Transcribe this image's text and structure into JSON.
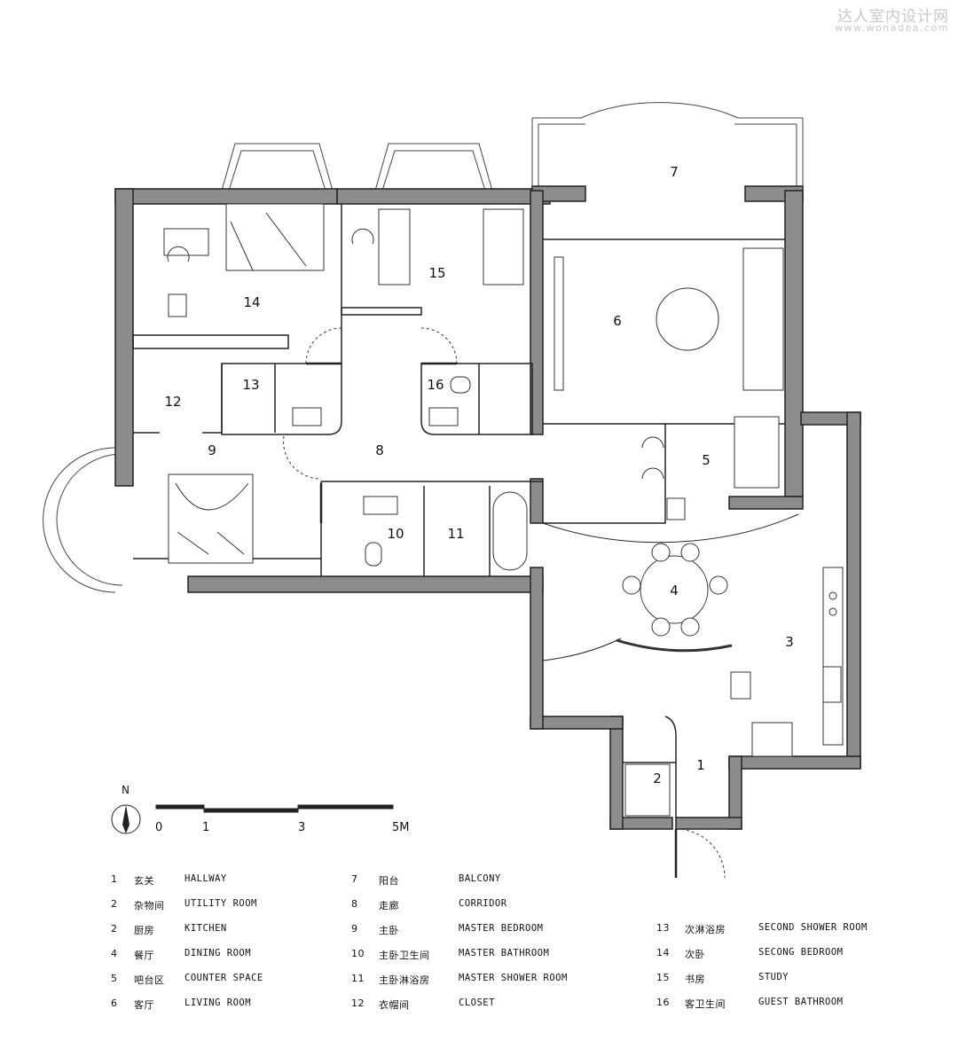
{
  "watermark": {
    "site_cn": "达人室内设计网",
    "url": "www.wonadea.com"
  },
  "colors": {
    "wall": "#8c8c8c",
    "line": "#222222",
    "thin": "#555555"
  },
  "compass": {
    "label": "N"
  },
  "scale_bar": {
    "labels": [
      "0",
      "1",
      "3",
      "5M"
    ]
  },
  "rooms": [
    {
      "num": "1",
      "cn": "玄关",
      "en": "HALLWAY"
    },
    {
      "num": "2",
      "cn": "杂物间",
      "en": "UTILITY ROOM"
    },
    {
      "num": "2",
      "cn": "厨房",
      "en": "KITCHEN"
    },
    {
      "num": "4",
      "cn": "餐厅",
      "en": "DINING ROOM"
    },
    {
      "num": "5",
      "cn": "吧台区",
      "en": "COUNTER SPACE"
    },
    {
      "num": "6",
      "cn": "客厅",
      "en": "LIVING ROOM"
    },
    {
      "num": "7",
      "cn": "阳台",
      "en": "BALCONY"
    },
    {
      "num": "8",
      "cn": "走廊",
      "en": "CORRIDOR"
    },
    {
      "num": "9",
      "cn": "主卧",
      "en": "MASTER BEDROOM"
    },
    {
      "num": "10",
      "cn": "主卧卫生间",
      "en": "MASTER BATHROOM"
    },
    {
      "num": "11",
      "cn": "主卧淋浴房",
      "en": "MASTER SHOWER ROOM"
    },
    {
      "num": "12",
      "cn": "衣帽间",
      "en": "CLOSET"
    },
    {
      "num": "13",
      "cn": "次淋浴房",
      "en": "SECOND SHOWER ROOM"
    },
    {
      "num": "14",
      "cn": "次卧",
      "en": "SECONG BEDROOM"
    },
    {
      "num": "15",
      "cn": "书房",
      "en": "STUDY"
    },
    {
      "num": "16",
      "cn": "客卫生间",
      "en": "GUEST BATHROOM"
    }
  ],
  "plan_labels": [
    "1",
    "2",
    "3",
    "4",
    "5",
    "6",
    "7",
    "8",
    "9",
    "10",
    "11",
    "12",
    "13",
    "14",
    "15",
    "16"
  ]
}
